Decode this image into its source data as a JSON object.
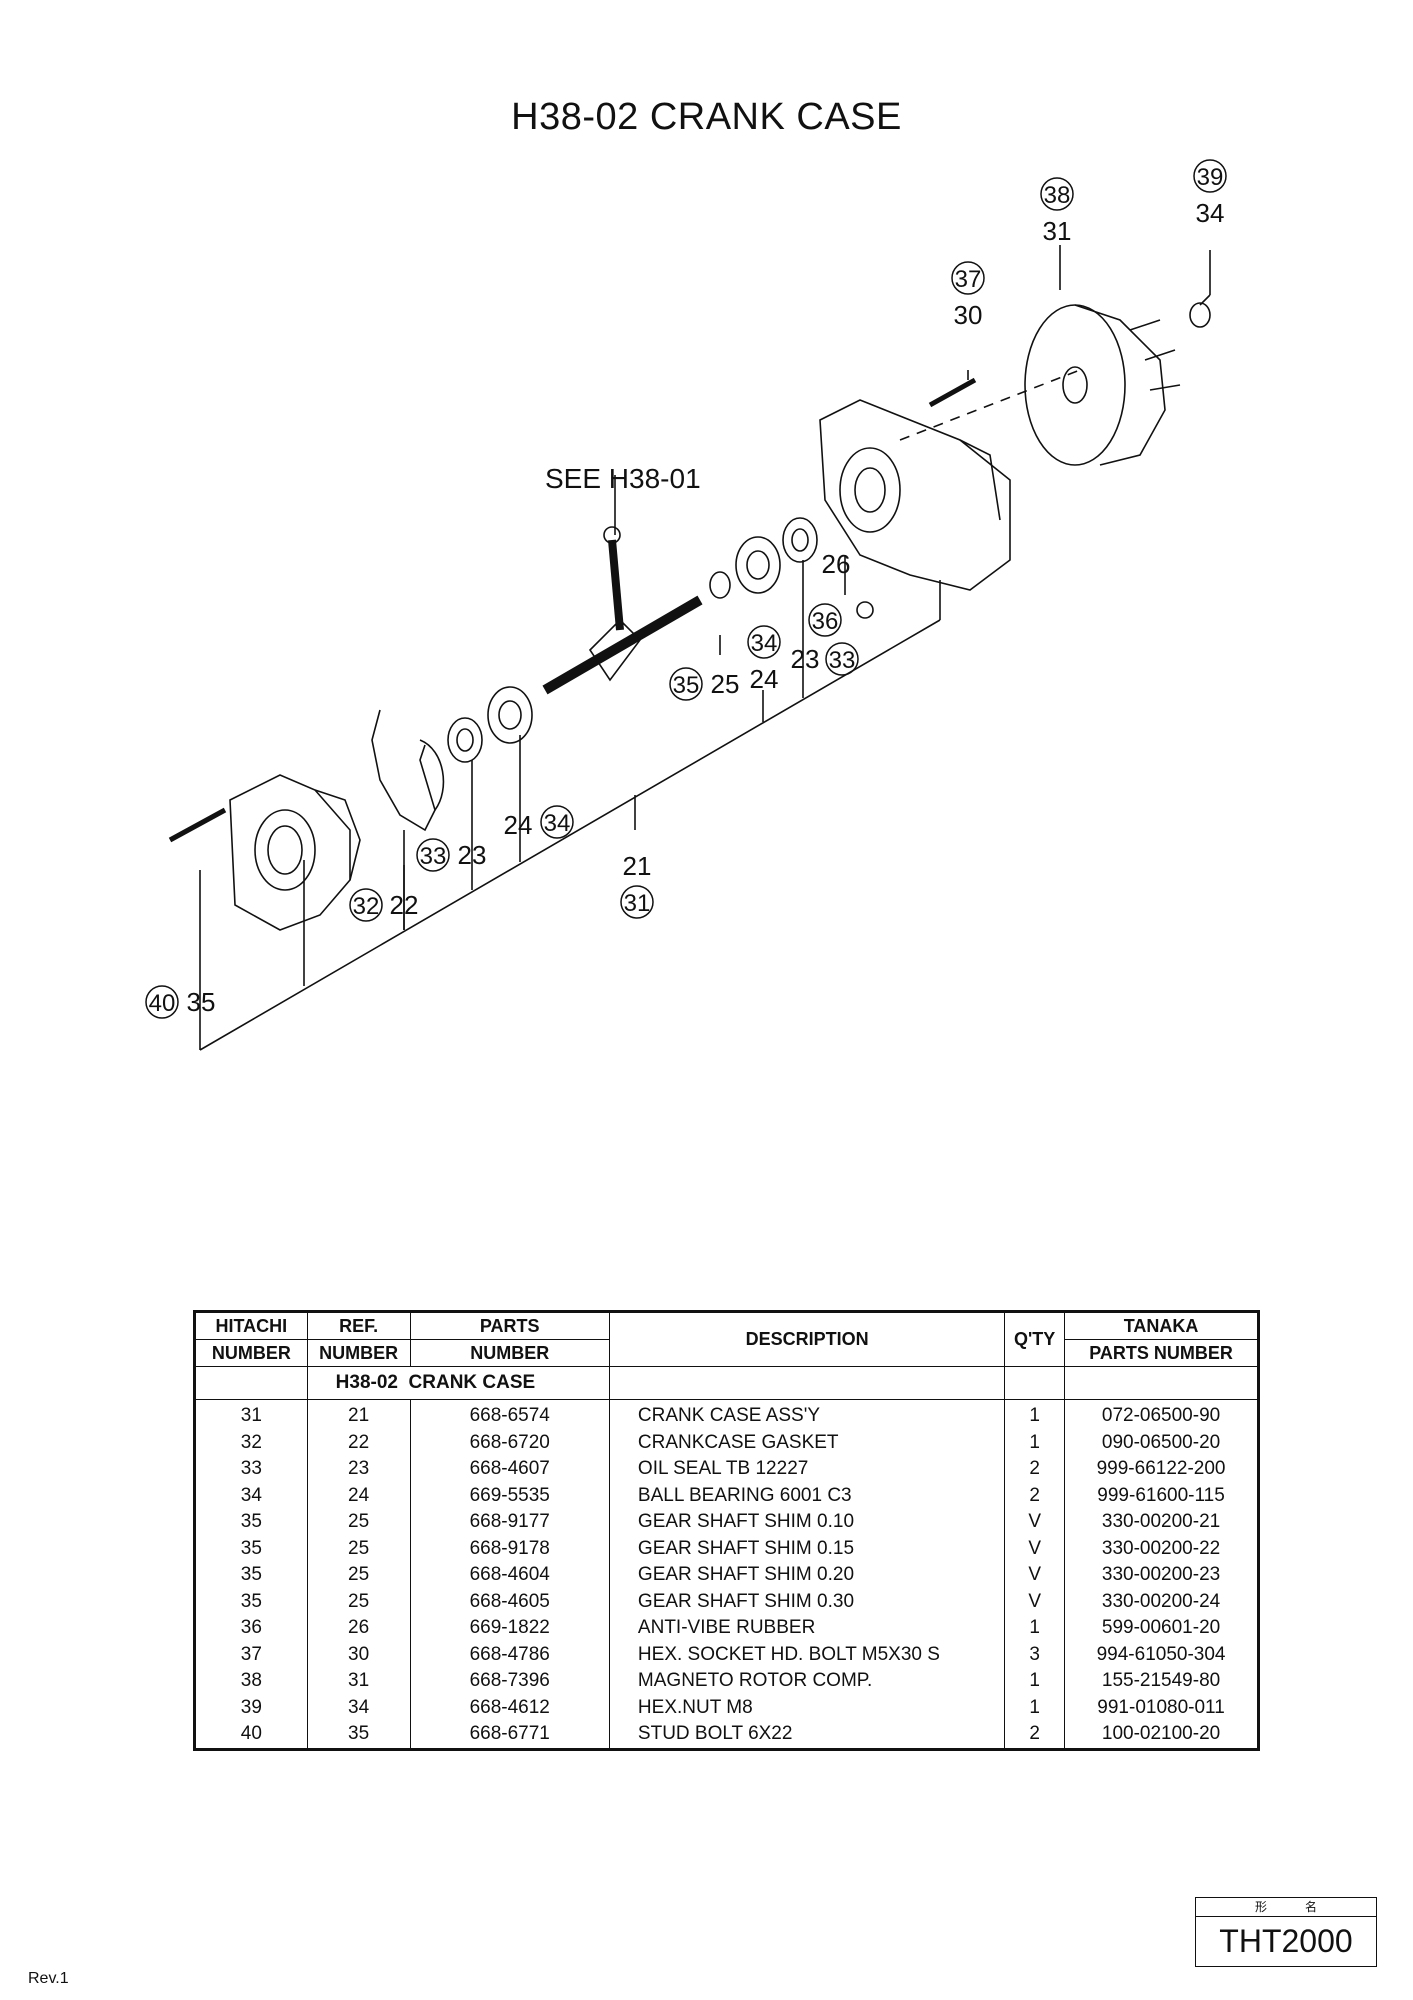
{
  "title": "H38-02 CRANK CASE",
  "diagram": {
    "see_note": "SEE H38-01",
    "callouts": [
      {
        "circled": "38",
        "ref": "31"
      },
      {
        "circled": "39",
        "ref": "34"
      },
      {
        "circled": "37",
        "ref": "30"
      },
      {
        "circled": "36",
        "ref": "26"
      },
      {
        "circled": "34",
        "ref": "24"
      },
      {
        "circled": "33",
        "ref": "23"
      },
      {
        "circled": "35",
        "ref": "25"
      },
      {
        "circled": "34",
        "ref": "24"
      },
      {
        "circled": "33",
        "ref": "23"
      },
      {
        "circled": "32",
        "ref": "22"
      },
      {
        "circled": "31",
        "ref": "21"
      },
      {
        "circled": "40",
        "ref": "35"
      }
    ]
  },
  "table": {
    "headers": {
      "hitachi": [
        "HITACHI",
        "NUMBER"
      ],
      "ref": [
        "REF.",
        "NUMBER"
      ],
      "parts": [
        "PARTS",
        "NUMBER"
      ],
      "description": "DESCRIPTION",
      "qty": "Q'TY",
      "tanaka": [
        "TANAKA",
        "PARTS NUMBER"
      ]
    },
    "section_label": "H38-02  CRANK CASE",
    "rows": [
      [
        "31",
        "21",
        "668-6574",
        "CRANK CASE ASS'Y",
        "1",
        "072-06500-90"
      ],
      [
        "32",
        "22",
        "668-6720",
        "CRANKCASE GASKET",
        "1",
        "090-06500-20"
      ],
      [
        "33",
        "23",
        "668-4607",
        "OIL SEAL TB 12227",
        "2",
        "999-66122-200"
      ],
      [
        "34",
        "24",
        "669-5535",
        "BALL BEARING 6001 C3",
        "2",
        "999-61600-115"
      ],
      [
        "35",
        "25",
        "668-9177",
        "GEAR SHAFT SHIM 0.10",
        "V",
        "330-00200-21"
      ],
      [
        "35",
        "25",
        "668-9178",
        "GEAR SHAFT SHIM 0.15",
        "V",
        "330-00200-22"
      ],
      [
        "35",
        "25",
        "668-4604",
        "GEAR SHAFT SHIM 0.20",
        "V",
        "330-00200-23"
      ],
      [
        "35",
        "25",
        "668-4605",
        "GEAR SHAFT SHIM 0.30",
        "V",
        "330-00200-24"
      ],
      [
        "36",
        "26",
        "669-1822",
        "ANTI-VIBE RUBBER",
        "1",
        "599-00601-20"
      ],
      [
        "37",
        "30",
        "668-4786",
        "HEX. SOCKET HD. BOLT M5X30 S",
        "3",
        "994-61050-304"
      ],
      [
        "38",
        "31",
        "668-7396",
        "MAGNETO ROTOR COMP.",
        "1",
        "155-21549-80"
      ],
      [
        "39",
        "34",
        "668-4612",
        "HEX.NUT M8",
        "1",
        "991-01080-011"
      ],
      [
        "40",
        "35",
        "668-6771",
        "STUD BOLT 6X22",
        "2",
        "100-02100-20"
      ]
    ]
  },
  "footer": {
    "revision": "Rev.1",
    "model_label_left": "形",
    "model_label_right": "名",
    "model": "THT2000"
  }
}
